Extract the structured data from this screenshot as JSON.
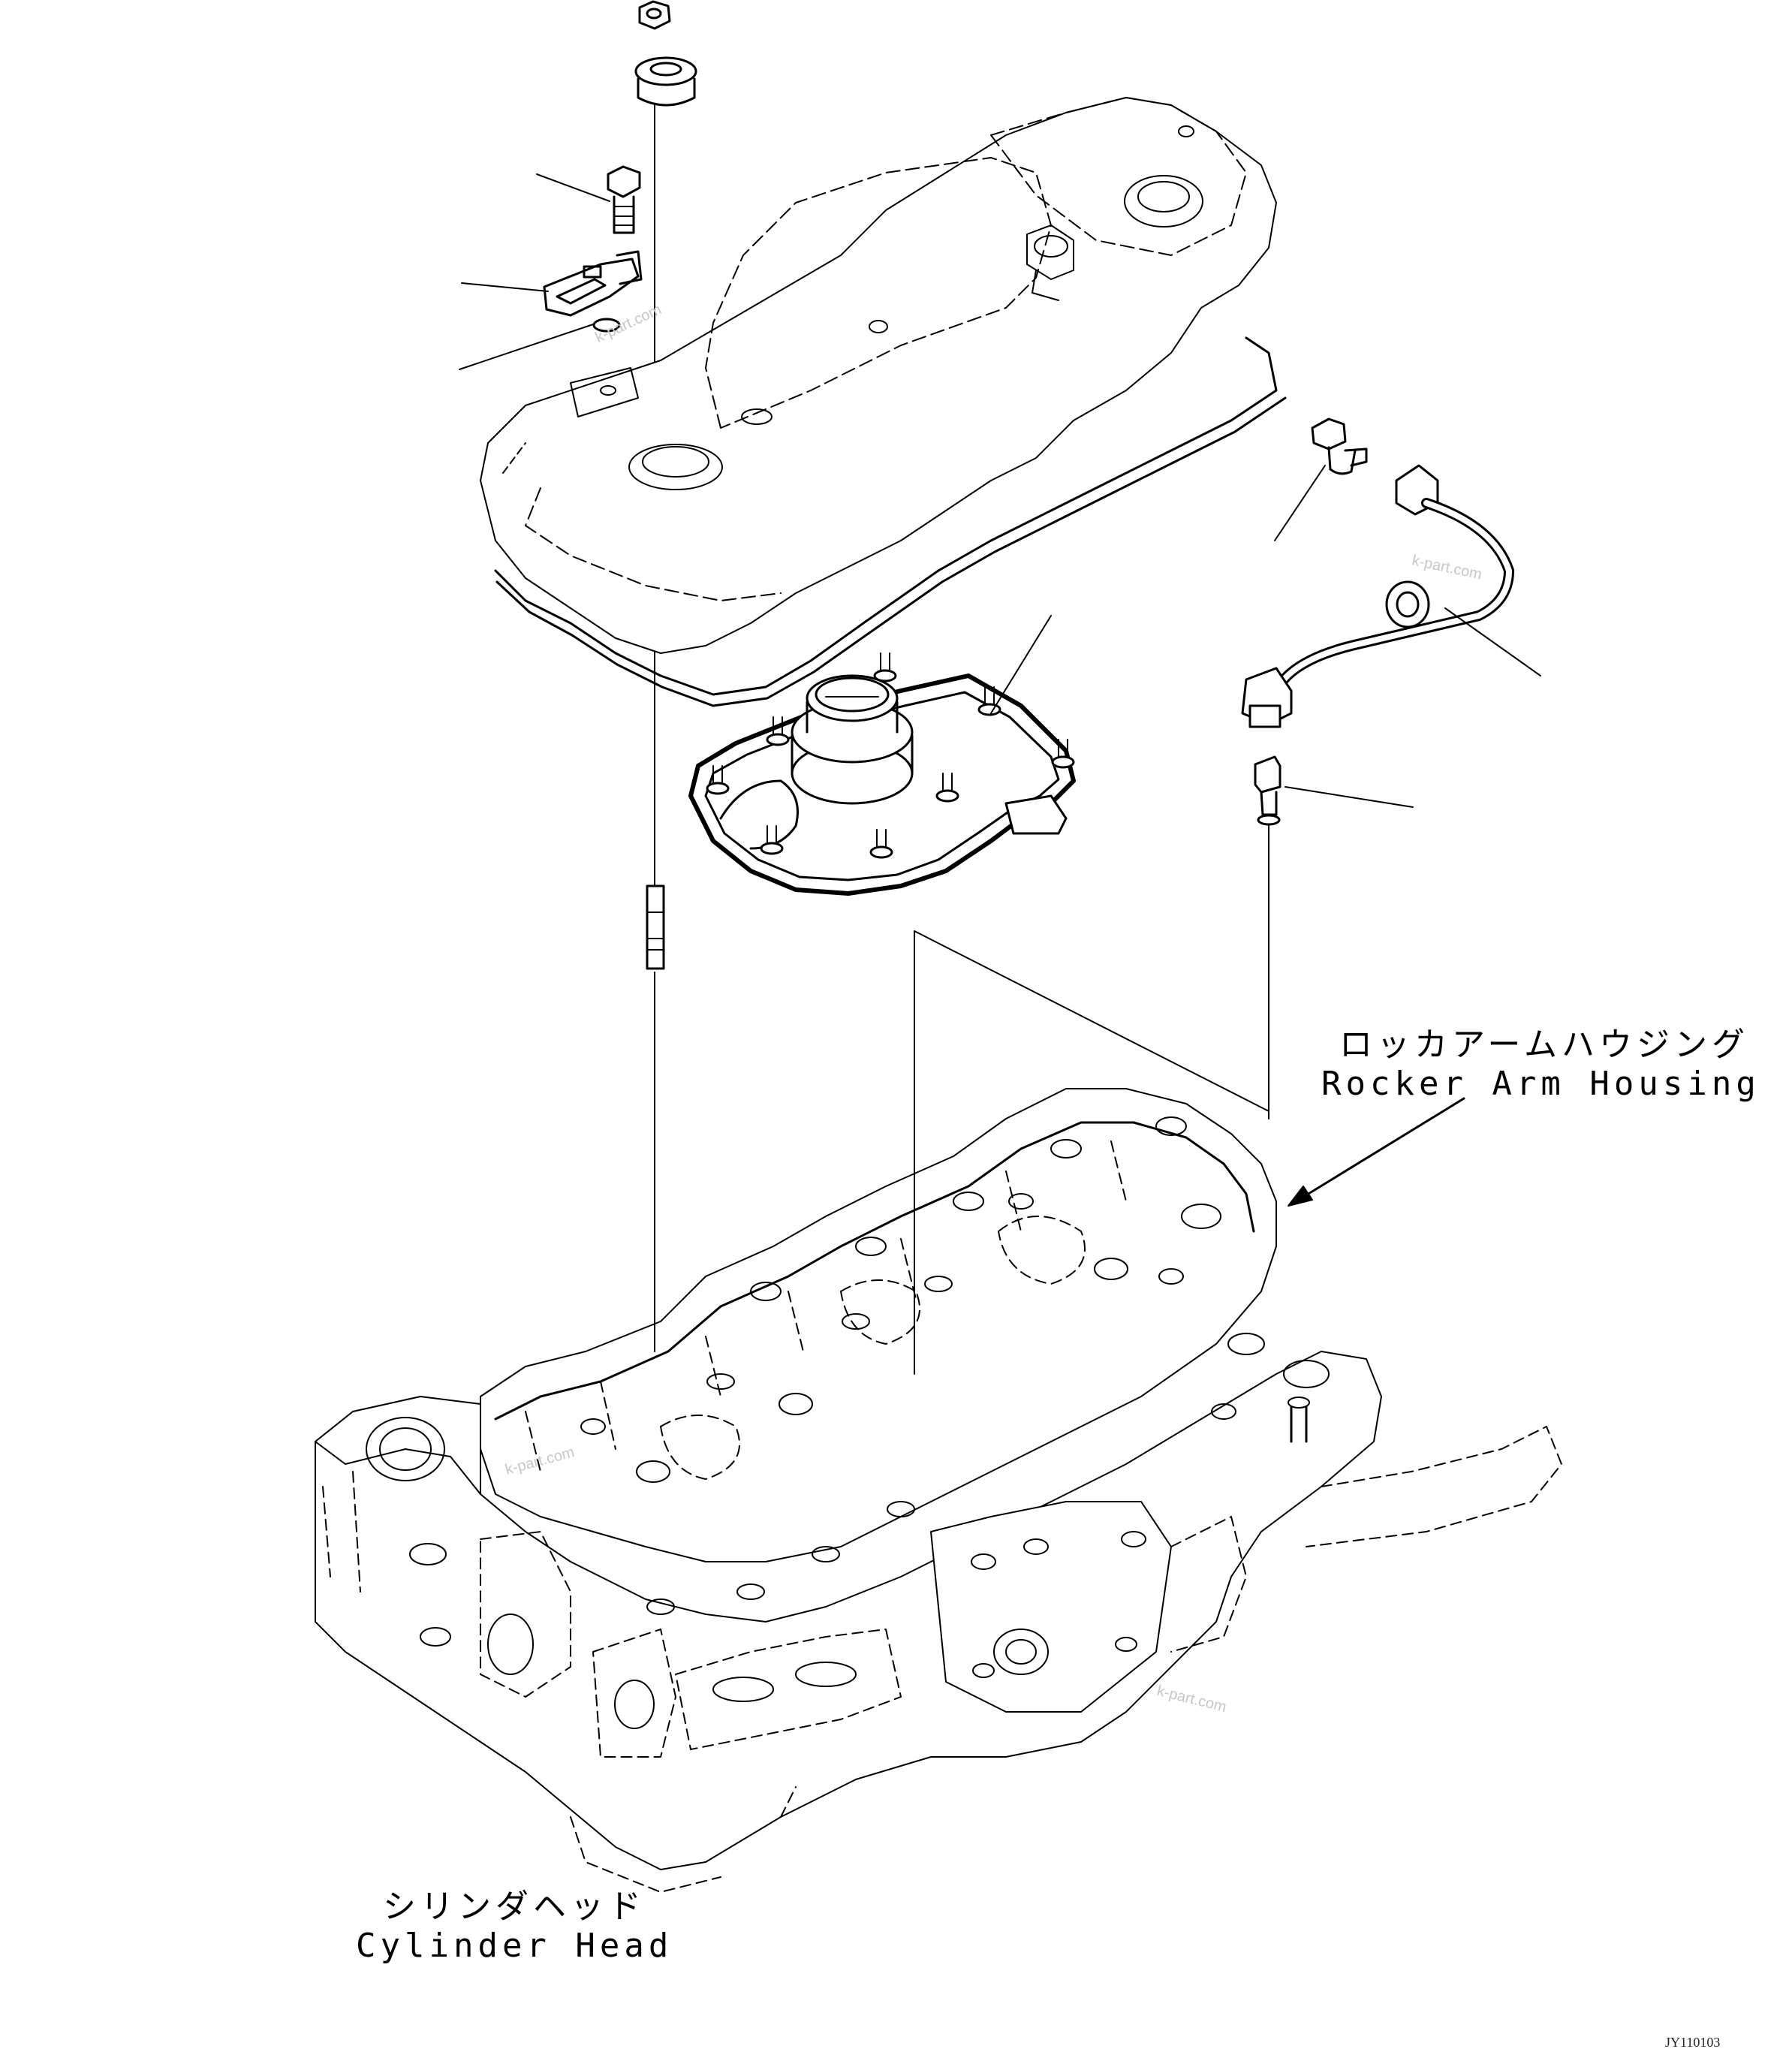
{
  "labels": {
    "rocker_arm_housing_jp": "ロッカアームハウジング",
    "rocker_arm_housing_en": "Rocker Arm Housing",
    "cylinder_head_jp": "シリンダヘッド",
    "cylinder_head_en": "Cylinder Head"
  },
  "watermark": "k-part.com",
  "drawing_code": "JY110103"
}
